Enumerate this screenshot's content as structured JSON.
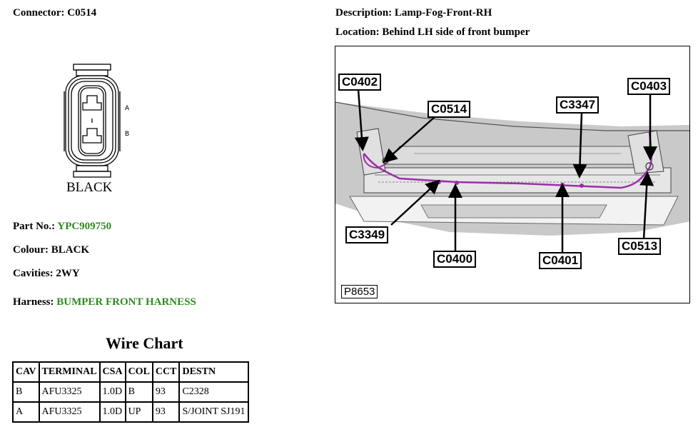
{
  "connector": {
    "label": "Connector:",
    "id": "C0514"
  },
  "description": {
    "label": "Description:",
    "value": "Lamp-Fog-Front-RH"
  },
  "location": {
    "label": "Location:",
    "value": "Behind LH side of front bumper"
  },
  "connector_diagram": {
    "face_label": "BLACK",
    "pin_a": "A",
    "pin_b": "B"
  },
  "part": {
    "label": "Part No.:",
    "value": "YPC909750"
  },
  "colour": {
    "label": "Colour:",
    "value": "BLACK"
  },
  "cavities": {
    "label": "Cavities:",
    "value": "2WY"
  },
  "harness": {
    "label": "Harness:",
    "value": "BUMPER FRONT HARNESS"
  },
  "colors": {
    "link_green": "#2e8b1e",
    "wire_purple": "#9b2fa8"
  },
  "wire_chart": {
    "title": "Wire Chart",
    "headers": [
      "CAV",
      "TERMINAL",
      "CSA",
      "COL",
      "CCT",
      "DESTN"
    ],
    "rows": [
      [
        "B",
        "AFU3325",
        "1.0D",
        "B",
        "93",
        "C2328"
      ],
      [
        "A",
        "AFU3325",
        "1.0D",
        "UP",
        "93",
        "S/JOINT SJ191"
      ]
    ]
  },
  "location_image": {
    "image_ref": "P8653",
    "callouts": [
      "C0402",
      "C0514",
      "C3347",
      "C0403",
      "C3349",
      "C0400",
      "C0401",
      "C0513"
    ]
  }
}
